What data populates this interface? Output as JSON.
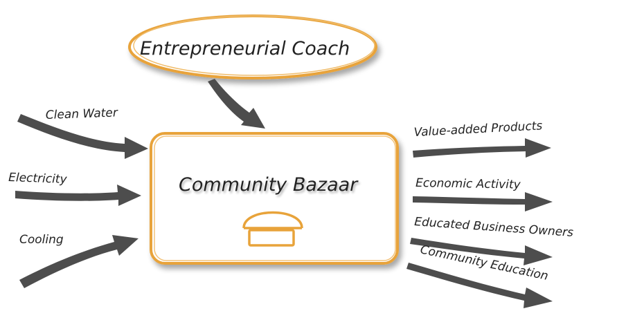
{
  "coach": {
    "label": "Entrepreneurial Coach"
  },
  "bazaar": {
    "label": "Community Bazaar",
    "icon": "market-stall-icon"
  },
  "inputs": [
    {
      "label": "Clean Water"
    },
    {
      "label": "Electricity"
    },
    {
      "label": "Cooling"
    }
  ],
  "outputs": [
    {
      "label": "Value-added Products"
    },
    {
      "label": "Economic Activity"
    },
    {
      "label": "Educated Business Owners"
    },
    {
      "label": "Community Education"
    }
  ],
  "colors": {
    "orange": "#e8a33a",
    "arrow": "#4d4d4d",
    "text": "#222222"
  }
}
